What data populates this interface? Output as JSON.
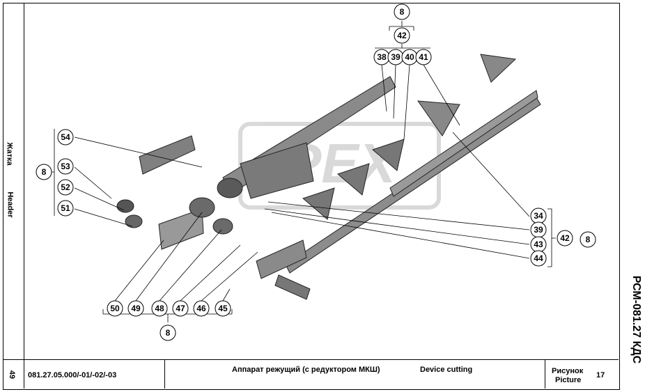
{
  "header_left": {
    "ru": "Жатка",
    "en": "Header"
  },
  "footer": {
    "page_number": "49",
    "part_number": "081.27.05.000/-01/-02/-03",
    "title_ru": "Аппарат режущий (с редуктором МКШ)",
    "title_en": "Device cutting",
    "figure_label_ru": "Рисунок",
    "figure_label_en": "Picture",
    "figure_number": "17"
  },
  "side_title": "РСМ-081.27 КДС",
  "callouts": {
    "top_group": [
      "8",
      "42",
      "38",
      "39",
      "40",
      "41"
    ],
    "left_group": [
      "54",
      "8",
      "53",
      "52",
      "51"
    ],
    "right_group": [
      "34",
      "39",
      "43",
      "44",
      "42",
      "8"
    ],
    "bottom_group": [
      "50",
      "49",
      "48",
      "47",
      "46",
      "45",
      "8"
    ]
  },
  "watermark": "PEX"
}
